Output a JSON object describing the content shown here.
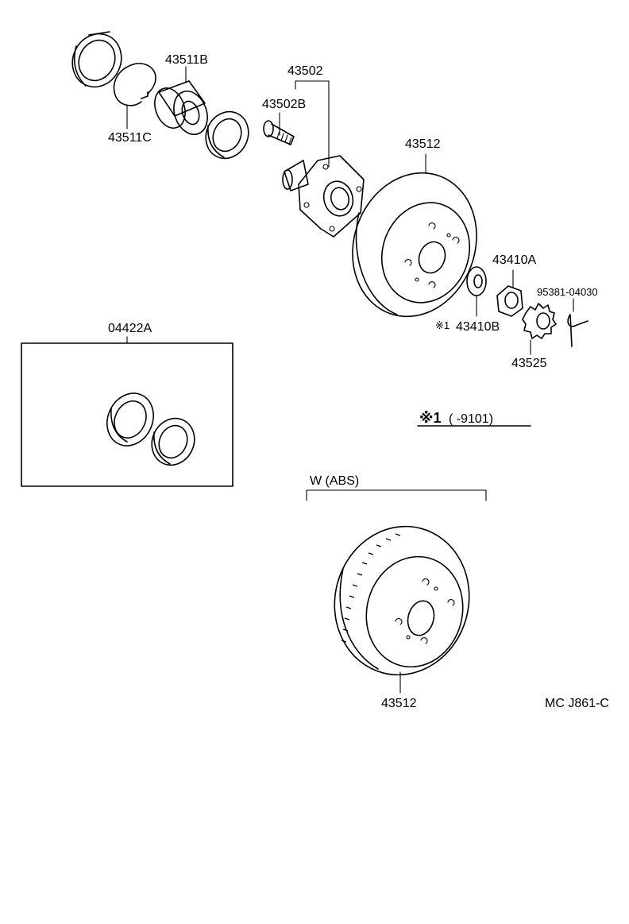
{
  "labels": {
    "oil_seal": "43511B",
    "snap_ring": "43511C",
    "hub": "43502",
    "hub_bolt": "43502B",
    "disc_top": "43512",
    "washer": "43410B",
    "washer_mark": "※1",
    "nut": "43410A",
    "cotter_pin": "95381-04030",
    "nut_lock_cap": "43525",
    "bearing_kit": "04422A",
    "disc_abs": "43512"
  },
  "note": {
    "mark": "※1",
    "text": "(      -9101)"
  },
  "abs_group": {
    "title": "W (ABS)"
  },
  "catalog_code": "MC J861-C"
}
